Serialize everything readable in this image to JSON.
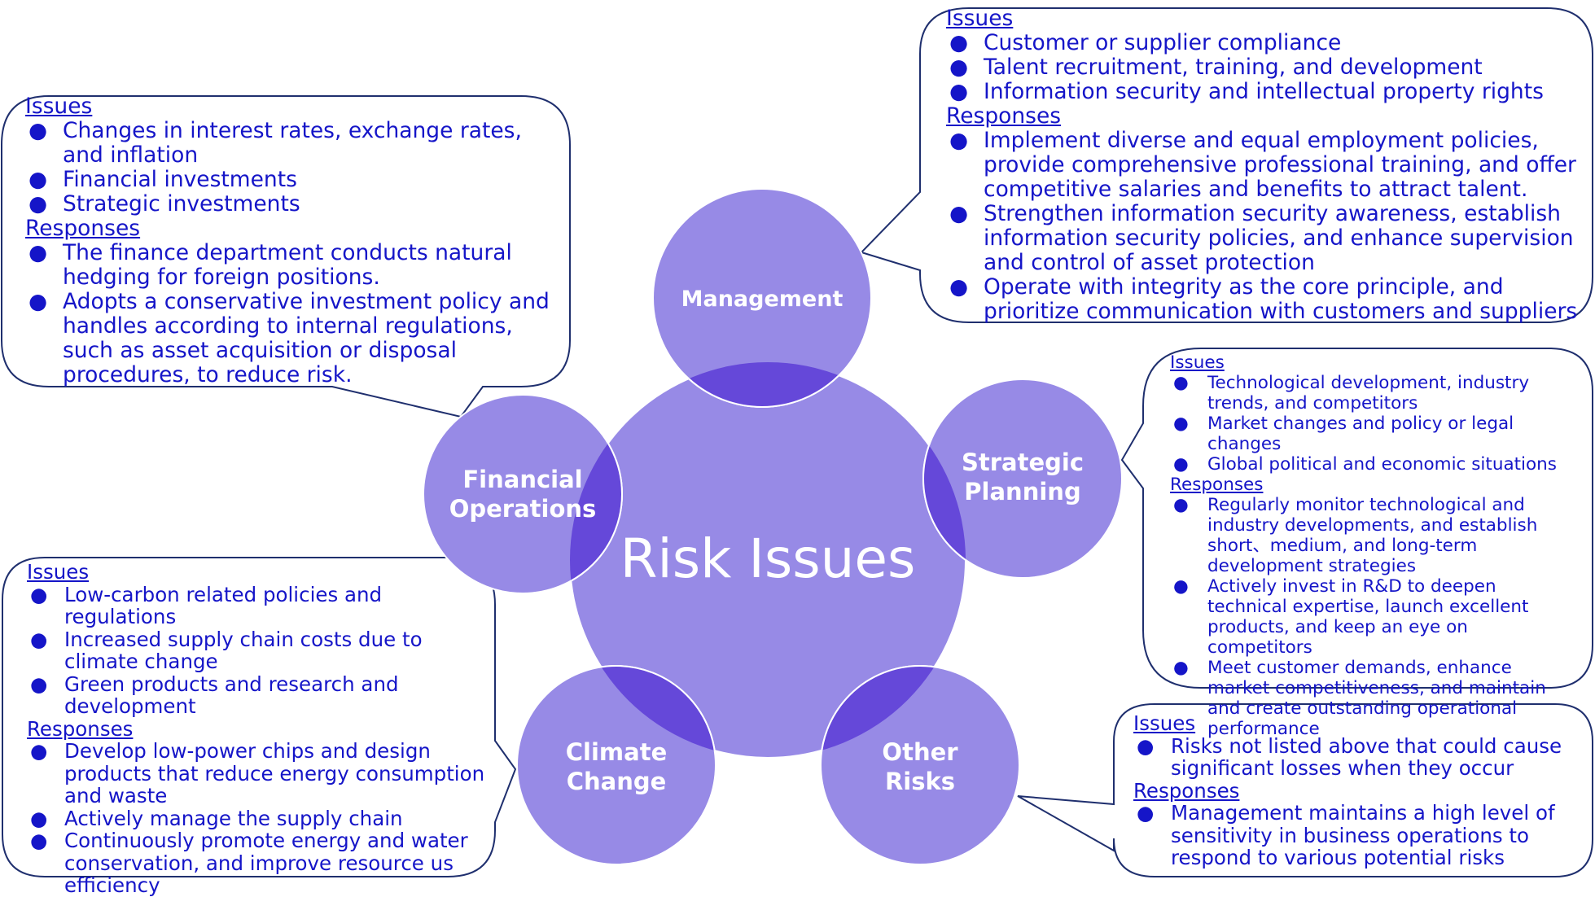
{
  "center": {
    "label": "Risk Issues"
  },
  "nodes": {
    "management": {
      "label": "Management"
    },
    "strategic": {
      "line1": "Strategic",
      "line2": "Planning"
    },
    "other": {
      "line1": "Other",
      "line2": "Risks"
    },
    "climate": {
      "line1": "Climate",
      "line2": "Change"
    },
    "financial": {
      "line1": "Financial",
      "line2": "Operations"
    }
  },
  "callouts": {
    "management": {
      "issues_heading": "Issues",
      "issues": [
        "Customer or supplier compliance",
        "Talent recruitment, training, and development",
        "Information security and intellectual property rights"
      ],
      "responses_heading": "Responses",
      "responses": [
        "Implement diverse and equal employment policies, provide comprehensive professional training, and offer competitive salaries and benefits to attract talent.",
        "Strengthen information security awareness, establish information security policies, and enhance supervision and control of asset protection",
        "Operate with integrity as the core principle, and prioritize communication with customers and suppliers"
      ]
    },
    "financial": {
      "issues_heading": "Issues",
      "issues": [
        "Changes in interest rates, exchange rates, and inflation",
        "Financial investments",
        "Strategic investments"
      ],
      "responses_heading": "Responses",
      "responses": [
        "The finance department conducts natural hedging for foreign positions.",
        "Adopts a conservative investment policy and handles according to internal regulations, such as asset acquisition or disposal procedures, to reduce risk."
      ]
    },
    "strategic": {
      "issues_heading": "Issues",
      "issues": [
        "Technological development, industry trends, and competitors",
        "Market changes and policy or legal changes",
        "Global political and economic situations"
      ],
      "responses_heading": "Responses",
      "responses": [
        "Regularly monitor technological and industry developments, and establish short、medium, and long-term development strategies",
        "Actively invest in R&D to deepen technical expertise, launch excellent products, and keep an eye on competitors",
        "Meet customer demands, enhance market competitiveness, and maintain and create outstanding operational performance"
      ]
    },
    "climate": {
      "issues_heading": "Issues",
      "issues": [
        "Low-carbon related policies and regulations",
        "Increased supply chain costs due to climate change",
        "Green products and research and development"
      ],
      "responses_heading": "Responses",
      "responses": [
        "Develop low-power chips and design products that reduce energy consumption and waste",
        "Actively manage the supply chain",
        "Continuously promote energy and water conservation, and improve resource us efficiency"
      ]
    },
    "other": {
      "issues_heading": "Issues",
      "issues": [
        "Risks not listed above that could cause significant losses when they occur"
      ],
      "responses_heading": "Responses",
      "responses": [
        "Management maintains a high level of sensitivity in business operations to respond to various potential risks"
      ]
    }
  },
  "colors": {
    "circle_fill": "#978ae6",
    "overlap_fill": "#6548d9",
    "text": "#1515c8",
    "outline": "#1f2f6e"
  }
}
